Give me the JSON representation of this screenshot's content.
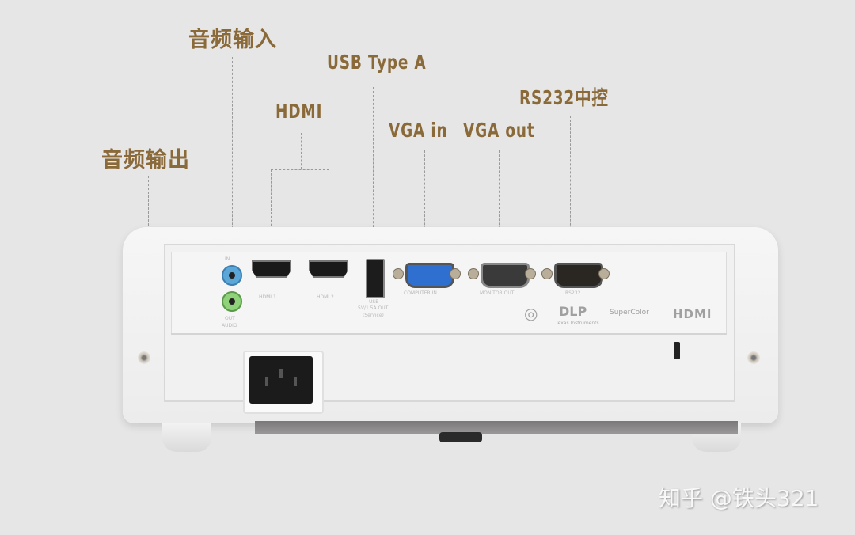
{
  "callouts": {
    "audio_in": "音频输入",
    "audio_out": "音频输出",
    "hdmi": "HDMI",
    "usb": "USB Type A",
    "vga_in": "VGA in",
    "vga_out": "VGA out",
    "rs232": "RS232中控"
  },
  "port_labels": {
    "audio_in": "IN",
    "audio_out_1": "OUT",
    "audio_out_2": "AUDIO",
    "hdmi1": "HDMI 1",
    "hdmi2": "HDMI 2",
    "usb_1": "USB",
    "usb_2": "5V/1.5A OUT",
    "usb_3": "(Service)",
    "computer_in": "COMPUTER IN",
    "monitor_out": "MONITOR OUT",
    "rs232": "RS232"
  },
  "logos": {
    "dlp": "DLP",
    "dlp_sub": "Texas Instruments",
    "color": "SuperColor",
    "hdmi": "HDMI"
  },
  "colors": {
    "callout_text": "#8b6a3a",
    "audio_in_jack": "#5aa7d8",
    "audio_out_jack": "#8fd27a",
    "vga_in_connector": "#2f6fd0"
  },
  "watermark": "知乎 @铁头321"
}
